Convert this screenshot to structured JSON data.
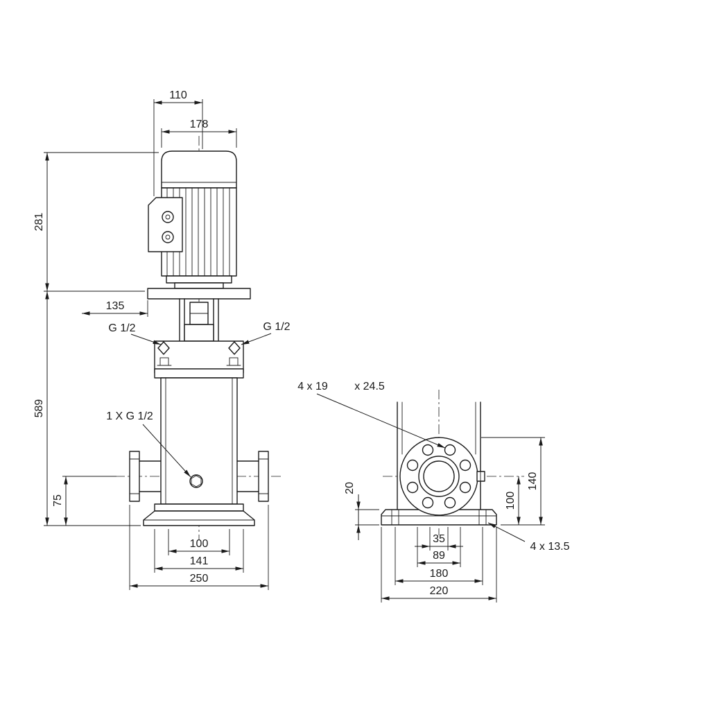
{
  "front_view": {
    "dims": {
      "motor_top": "110",
      "motor_width": "178",
      "motor_height": "281",
      "pump_height": "589",
      "head_offset": "135",
      "port_height": "75",
      "port_span": "100",
      "base_holes_span": "141",
      "base_width": "250"
    },
    "labels": {
      "plug_left": "G 1/2",
      "plug_right": "G 1/2",
      "drain_plug": "1 X G 1/2"
    }
  },
  "side_view": {
    "dims": {
      "base_thickness": "20",
      "port_center_height": "100",
      "flange_top_height": "140",
      "bolt_span_inner": "35",
      "bolt_span_outer": "89",
      "base_hole_span": "180",
      "base_depth": "220"
    },
    "labels": {
      "flange_holes": "4 x 19",
      "flange_counterbore": "x 24.5",
      "base_holes": "4 x 13.5"
    }
  }
}
